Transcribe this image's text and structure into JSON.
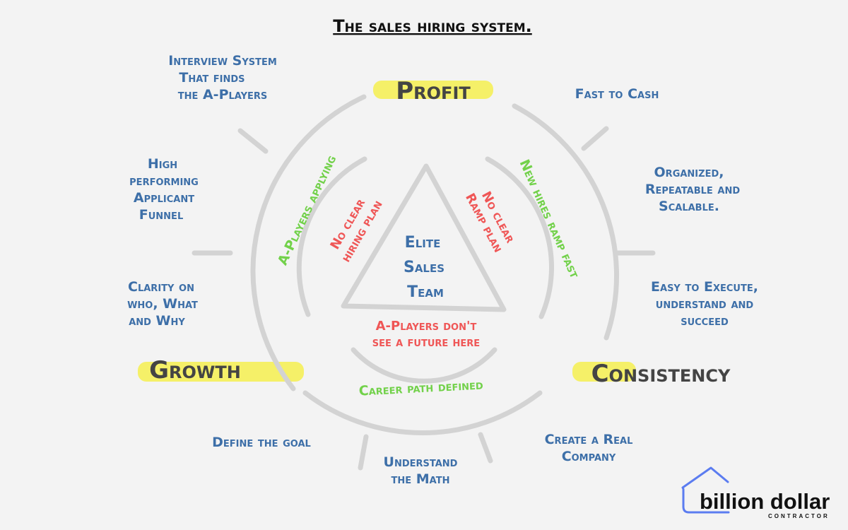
{
  "title": "The sales hiring system.",
  "pillars": {
    "profit": "Profit",
    "growth": "Growth",
    "consistency": "Consistency"
  },
  "center": [
    "Elite",
    "Sales",
    "Team"
  ],
  "problems": {
    "hiring": [
      "No clear",
      "hiring plan"
    ],
    "ramp": [
      "No clear",
      "Ramp plan"
    ],
    "future": [
      "A-Players don't",
      "see a future here"
    ]
  },
  "solutions": {
    "applying": "A-Players applying",
    "ramp": "New hires ramp fast",
    "career": "Career path defined"
  },
  "outcomes": {
    "interview": [
      "Interview System",
      "That finds",
      "the A-Players"
    ],
    "funnel": [
      "High",
      "performing",
      "Applicant",
      "Funnel"
    ],
    "clarity": [
      "Clarity on",
      "who, What",
      "and Why"
    ],
    "cash": [
      "Fast to Cash"
    ],
    "organized": [
      "Organized,",
      "Repeatable and",
      "Scalable."
    ],
    "easy": [
      "Easy to Execute,",
      "understand and",
      "succeed"
    ],
    "goal": [
      "Define the goal"
    ],
    "math": [
      "Understand",
      "the Math"
    ],
    "company": [
      "Create a Real",
      "Company"
    ]
  },
  "logo": {
    "name": "billion dollar",
    "sub": "CONTRACTOR"
  },
  "colors": {
    "blue": "#3d6fa8",
    "green": "#72d14a",
    "red": "#ef5656",
    "highlight": "#f4ee4f",
    "logo_blue": "#5b7cf0"
  }
}
